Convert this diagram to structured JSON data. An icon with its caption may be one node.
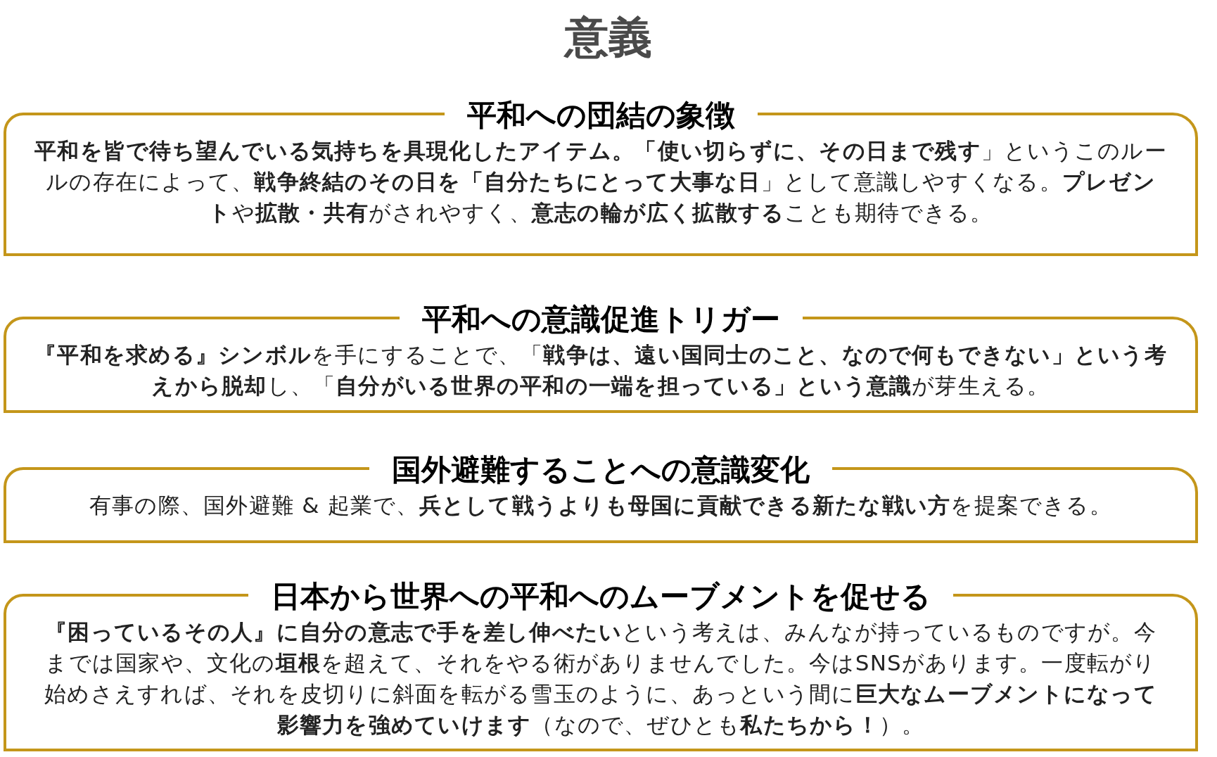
{
  "diagram": {
    "title": "意義",
    "nodes": [
      {
        "text": [
          "平和への団結の象徴",
          "**平和を皆で待ち望んでいる気持ちを具現化したアイテム。「使い切らずに、その日まで残す**」というこのルールの存在によって、**戦争終結のその日を「自分たちにとって大事な日**」として意識しやすくなる。**プレゼント**や**拡散・共有**がされやすく、**意志の輪が広く拡散する**ことも期待できる。"
        ]
      },
      {
        "text": [
          "平和への意識促進トリガー",
          "**『平和を求める』シンボル**を手にすることで、「**戦争は、遠い国同士のこと、なので何もできない」という考えから脱却**し、「**自分がいる世界の平和の一端を担っている」という意識**が芽生える。"
        ]
      },
      {
        "text": [
          "国外避難することへの意識変化",
          "有事の際、国外避難 & 起業で、**兵として戦うよりも母国に貢献できる新たな戦い方**を提案できる。"
        ]
      },
      {
        "text": [
          "日本から世界への平和へのムーブメントを促せる",
          "**『困っているその人』に自分の意志で手を差し伸べたい**という考えは、みんなが持っているものですが。今までは国家や、文化の**垣根**を超えて、それをやる術がありませんでした。今はSNSがあります。一度転がり始めさえすれば、それを皮切りに斜面を転がる雪玉のように、あっという間に**巨大なムーブメントになって影響力を強めていけます**（なので、ぜひとも**私たちから！**）。"
        ]
      }
    ]
  }
}
